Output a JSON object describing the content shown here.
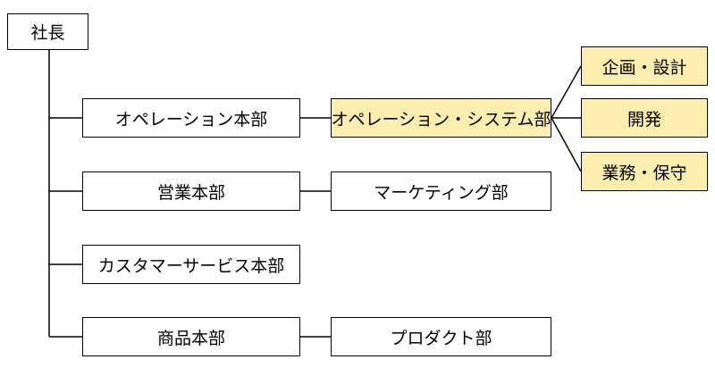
{
  "chart": {
    "root": "社長",
    "divisions": [
      {
        "label": "オペレーション本部"
      },
      {
        "label": "営業本部"
      },
      {
        "label": "カスタマーサービス本部"
      },
      {
        "label": "商品本部"
      }
    ],
    "departments": [
      {
        "label": "オペレーション・システム部",
        "highlighted": true
      },
      {
        "label": "マーケティング部",
        "highlighted": false
      },
      {
        "label": "プロダクト部",
        "highlighted": false
      }
    ],
    "sections": [
      {
        "label": "企画・設計"
      },
      {
        "label": "開発"
      },
      {
        "label": "業務・保守"
      }
    ]
  },
  "colors": {
    "highlight_fill": "#fdeeb0",
    "line": "#000000",
    "box_border": "#000000"
  }
}
